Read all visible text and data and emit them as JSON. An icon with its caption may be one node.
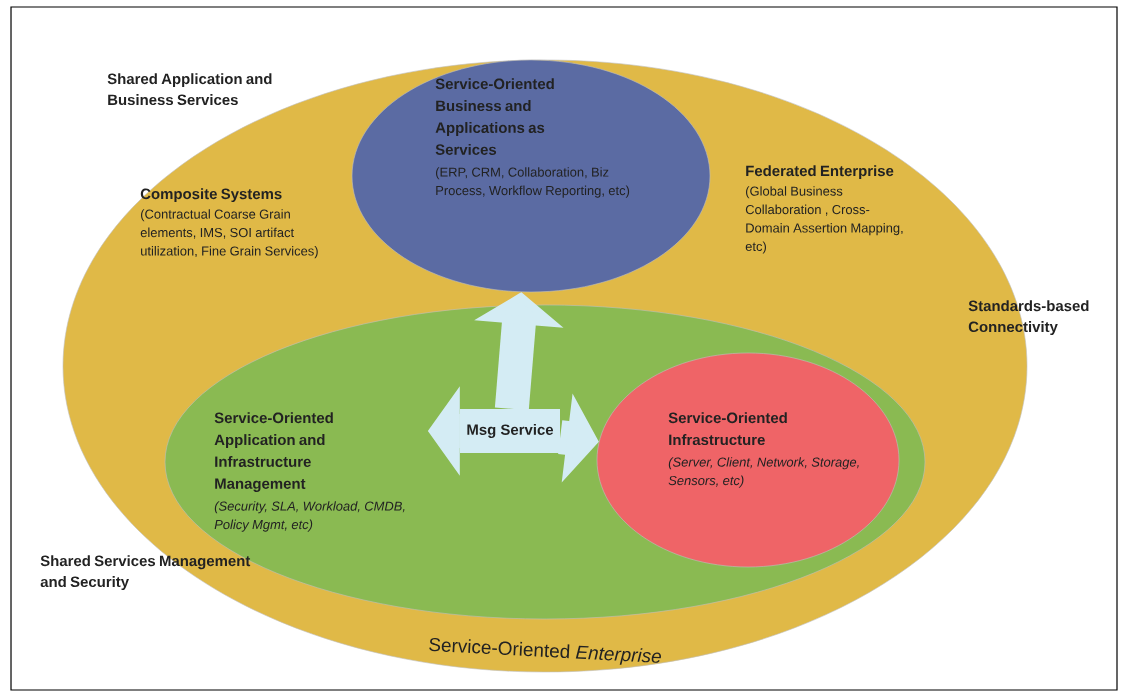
{
  "diagram": {
    "nodes": [
      {
        "text": [
          "Composite Systems",
          "(Contractual Coarse Grain elements, IMS, SOI artifact utilization, Fine Grain Services)",
          "Federated Enterprise",
          "(Global Business Collaboration , Cross-Domain Assertion Mapping, etc)",
          "Service-Oriented *Enterprise*"
        ]
      },
      {
        "text": [
          "Service-Oriented Business and Applications as Services",
          "(ERP, CRM, Collaboration, Biz Process, Workflow Reporting, etc)"
        ],
        "in": 0
      },
      {
        "text": [
          "Service-Oriented Application and Infrastructure Management",
          "(Security, SLA, Workload, CMDB, Policy Mgmt, etc)"
        ],
        "in": 0
      },
      {
        "text": [
          "Service-Oriented Infrastructure",
          "(Server, Client, Network, Storage, Sensors, etc)"
        ],
        "in": 2
      },
      {
        "text": [
          "Msg Service"
        ],
        "in": 2
      }
    ],
    "edges": [
      {
        "from": 4,
        "to": 1,
        "arrow": "to"
      },
      {
        "from": 4,
        "to": null,
        "arrow": "to"
      },
      {
        "from": 4,
        "to": 3,
        "arrow": "to"
      }
    ],
    "labels": [
      "Shared Application and Business Services",
      "Standards-based Connectivity",
      "Shared Services Management and Security"
    ]
  }
}
